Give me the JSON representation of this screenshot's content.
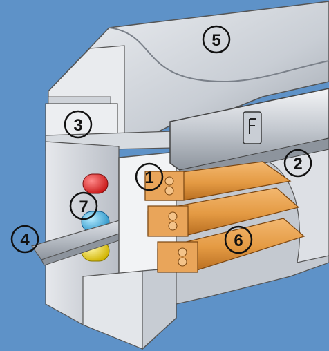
{
  "callouts": [
    {
      "id": "c1",
      "label": "1"
    },
    {
      "id": "c2",
      "label": "2"
    },
    {
      "id": "c3",
      "label": "3"
    },
    {
      "id": "c4",
      "label": "4"
    },
    {
      "id": "c5",
      "label": "5"
    },
    {
      "id": "c6",
      "label": "6"
    },
    {
      "id": "c7",
      "label": "7"
    }
  ],
  "colors": {
    "background": "#5e92c8",
    "housing": "#d3d7dd",
    "housing_shadow": "#9aa1aa",
    "busbar": "#e49a43",
    "busbar_dark": "#b96f22",
    "cable_red": "#e52e2e",
    "cable_blue": "#4db9e6",
    "cable_yellow": "#f2de2c"
  }
}
